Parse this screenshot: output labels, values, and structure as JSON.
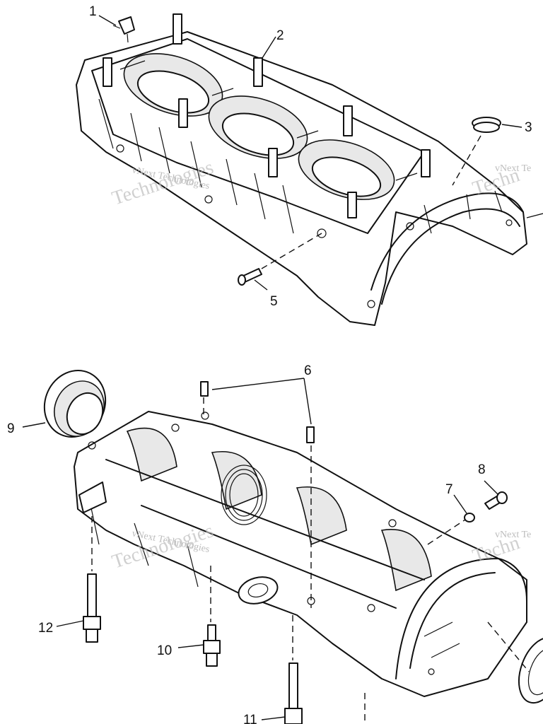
{
  "diagram": {
    "callouts": [
      {
        "id": "c1",
        "label": "1"
      },
      {
        "id": "c2",
        "label": "2"
      },
      {
        "id": "c3",
        "label": "3"
      },
      {
        "id": "c5",
        "label": "5"
      },
      {
        "id": "c6",
        "label": "6"
      },
      {
        "id": "c7",
        "label": "7"
      },
      {
        "id": "c8",
        "label": "8"
      },
      {
        "id": "c9",
        "label": "9"
      },
      {
        "id": "c10",
        "label": "10"
      },
      {
        "id": "c11",
        "label": "11"
      },
      {
        "id": "c12",
        "label": "12"
      }
    ],
    "watermarks": [
      {
        "id": "wm_small",
        "text": "vNext Technologies"
      },
      {
        "id": "wm_big",
        "text": "Technologies"
      },
      {
        "id": "wm_edge",
        "text": "vNext Te"
      },
      {
        "id": "wm_edge_big",
        "text": "Techn"
      }
    ]
  }
}
